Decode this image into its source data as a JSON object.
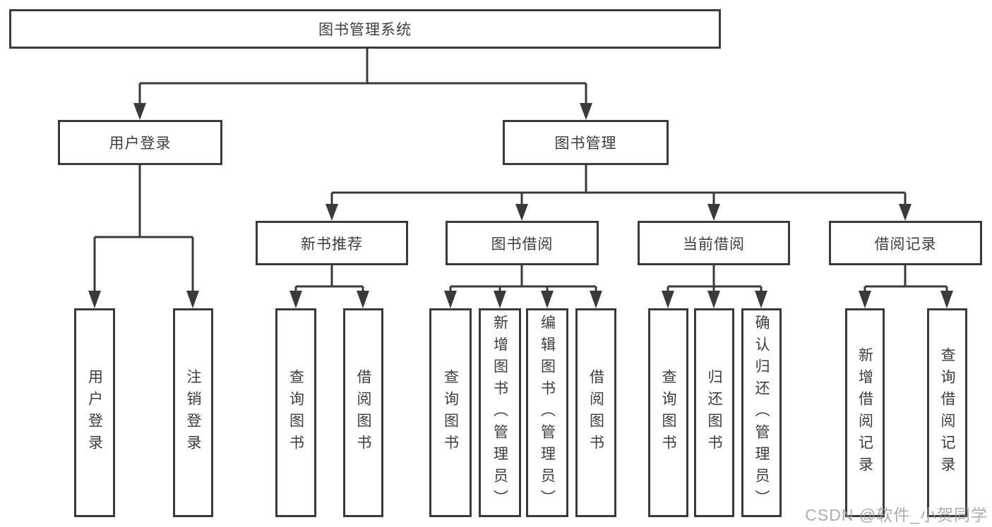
{
  "diagram": {
    "root": "图书管理系统",
    "level2": {
      "user_login": "用户登录",
      "book_mgmt": "图书管理"
    },
    "level3": {
      "new_book": "新书推荐",
      "borrow": "图书借阅",
      "current": "当前借阅",
      "records": "借阅记录"
    },
    "leaves": {
      "user_login": [
        "用户登录",
        "注销登录"
      ],
      "new_book": [
        "查询图书",
        "借阅图书"
      ],
      "borrow": [
        "查询图书",
        "新增图书（管理员）",
        "编辑图书（管理员）",
        "借阅图书"
      ],
      "current": [
        "查询图书",
        "归还图书",
        "确认归还（管理员）"
      ],
      "records": [
        "新增借阅记录",
        "查询借阅记录"
      ]
    },
    "watermark": "CSDN @软件_小贺同学",
    "colors": {
      "line": "#3a3a3a",
      "text": "#3d3d3d",
      "box_fill": "#ffffff",
      "watermark": "#9e9e9e"
    }
  }
}
